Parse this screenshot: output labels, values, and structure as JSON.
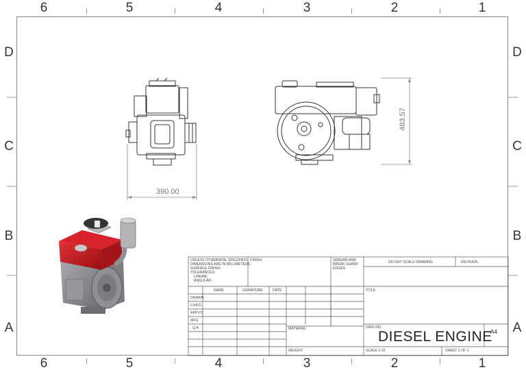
{
  "zones": {
    "columns": [
      "6",
      "5",
      "4",
      "3",
      "2",
      "1"
    ],
    "rows": [
      "D",
      "C",
      "B",
      "A"
    ]
  },
  "dimensions": {
    "width": "390.00",
    "height": "483.57"
  },
  "title_block": {
    "general_notes": [
      "UNLESS OTHERWISE SPECIFIED:",
      "DIMENSIONS ARE IN MILLIMETERS",
      "SURFACE FINISH:",
      "TOLERANCES:",
      "LINEAR:",
      "ANGULAR:"
    ],
    "finish_label": "FINISH:",
    "deburr_note": [
      "DEBURR AND",
      "BREAK SHARP",
      "EDGES"
    ],
    "do_not_scale": "DO NOT SCALE DRAWING",
    "revision_label": "REVISION",
    "headers": {
      "name": "NAME",
      "signature": "SIGNATURE",
      "date": "DATE"
    },
    "roles": [
      "DRAWN",
      "CHK'D",
      "APPV'D",
      "MFG",
      "Q.A"
    ],
    "title_label": "TITLE:",
    "material_label": "MATERIAL:",
    "weight_label": "WEIGHT:",
    "dwg_no_label": "DWG NO.",
    "drawing_title": "DIESEL ENGINE",
    "sheet_size": "A4",
    "scale": "SCALE:1:10",
    "sheet": "SHEET 1 OF 1"
  },
  "colors": {
    "frame": "#888888",
    "line": "#333333",
    "engine_red": "#c4161c",
    "engine_grey": "#8e9096"
  }
}
